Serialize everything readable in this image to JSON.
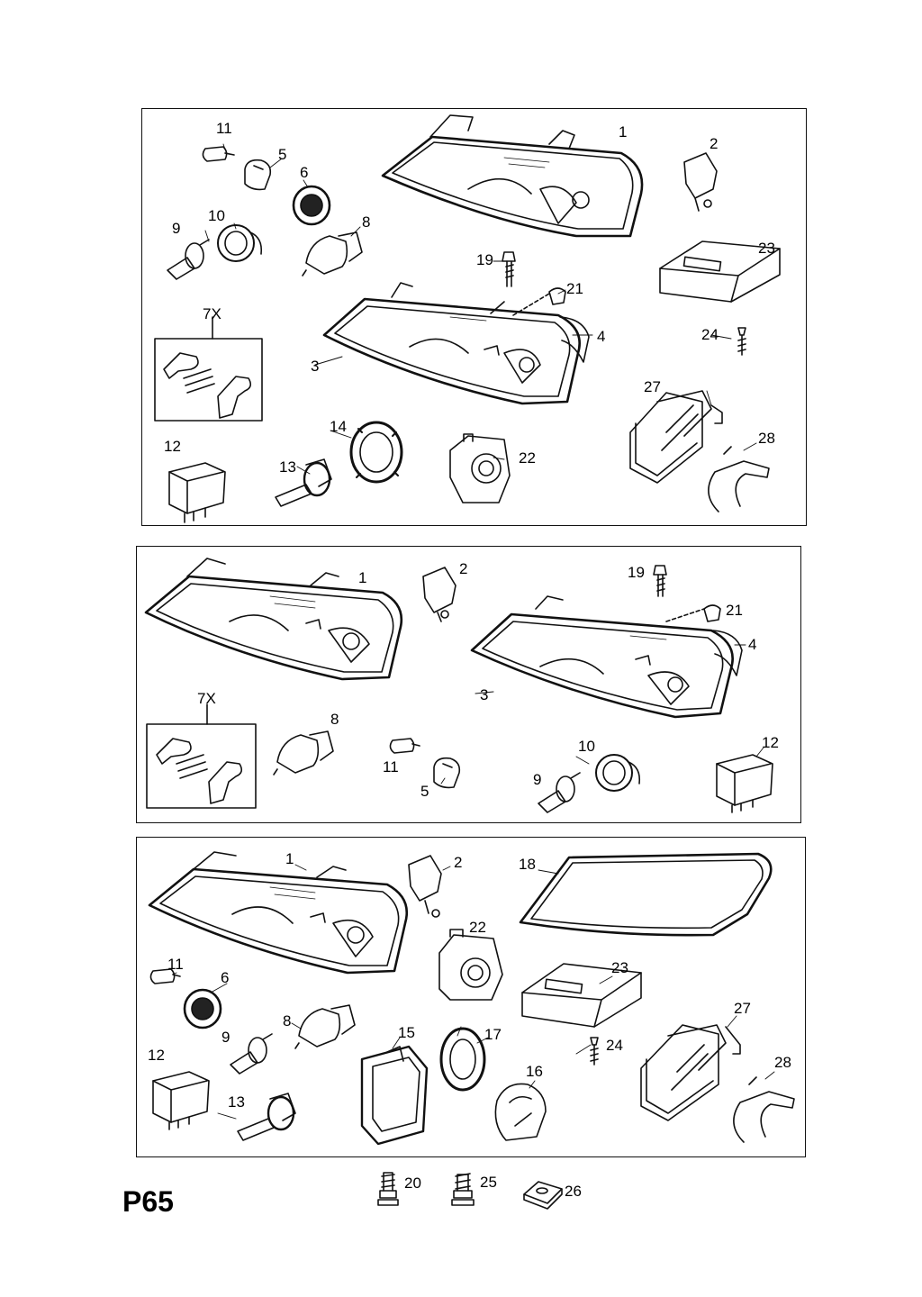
{
  "page_code": "P65",
  "panels": [
    {
      "name": "panel-top",
      "labels": [
        "1",
        "2",
        "3",
        "4",
        "5",
        "6",
        "7X",
        "8",
        "9",
        "10",
        "11",
        "12",
        "13",
        "14",
        "19",
        "21",
        "22",
        "23",
        "24",
        "27",
        "28"
      ]
    },
    {
      "name": "panel-middle",
      "labels": [
        "1",
        "2",
        "3",
        "4",
        "5",
        "7X",
        "8",
        "9",
        "10",
        "11",
        "12",
        "19",
        "21"
      ]
    },
    {
      "name": "panel-bottom",
      "labels": [
        "1",
        "2",
        "6",
        "8",
        "9",
        "11",
        "12",
        "13",
        "15",
        "16",
        "17",
        "18",
        "22",
        "23",
        "24",
        "27",
        "28"
      ]
    }
  ],
  "loose_parts": [
    "20",
    "25",
    "26"
  ]
}
